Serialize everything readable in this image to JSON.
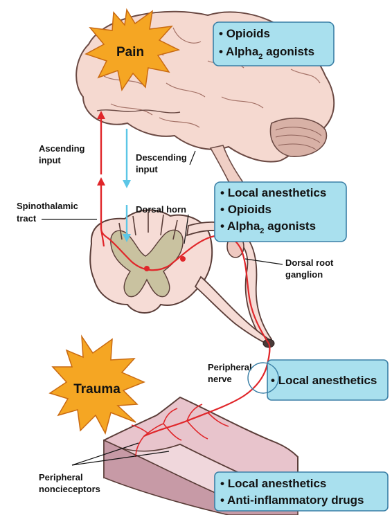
{
  "colors": {
    "box_fill": "#a9e0ee",
    "box_stroke": "#3a7fa6",
    "burst_fill": "#f5a623",
    "ascending": "#e0262a",
    "descending": "#5cc6e6",
    "brain": "#f5d9d0",
    "spinal": "#f6dcd6",
    "tissue": "#e8c4cc"
  },
  "bursts": {
    "pain": "Pain",
    "trauma": "Trauma"
  },
  "labels": {
    "ascending_1": "Ascending",
    "ascending_2": "input",
    "descending_1": "Descending",
    "descending_2": "input",
    "spinothalamic_1": "Spinothalamic",
    "spinothalamic_2": "tract",
    "dorsal_horn": "Dorsal horn",
    "drg_1": "Dorsal root",
    "drg_2": "ganglion",
    "peripheral_nerve_1": "Peripheral",
    "peripheral_nerve_2": "nerve",
    "nociceptors_1": "Peripheral",
    "nociceptors_2": "noncieceptors"
  },
  "boxes": {
    "brain": {
      "line1": "Opioids",
      "line2_main": "Alpha",
      "line2_sub": "2",
      "line2_rest": " agonists"
    },
    "spinal": {
      "line1": "Local anesthetics",
      "line2": "Opioids",
      "line3_main": "Alpha",
      "line3_sub": "2",
      "line3_rest": " agonists"
    },
    "nerve": {
      "line1": "Local anesthetics"
    },
    "periphery": {
      "line1": "Local anesthetics",
      "line2": "Anti-inflammatory drugs"
    }
  }
}
